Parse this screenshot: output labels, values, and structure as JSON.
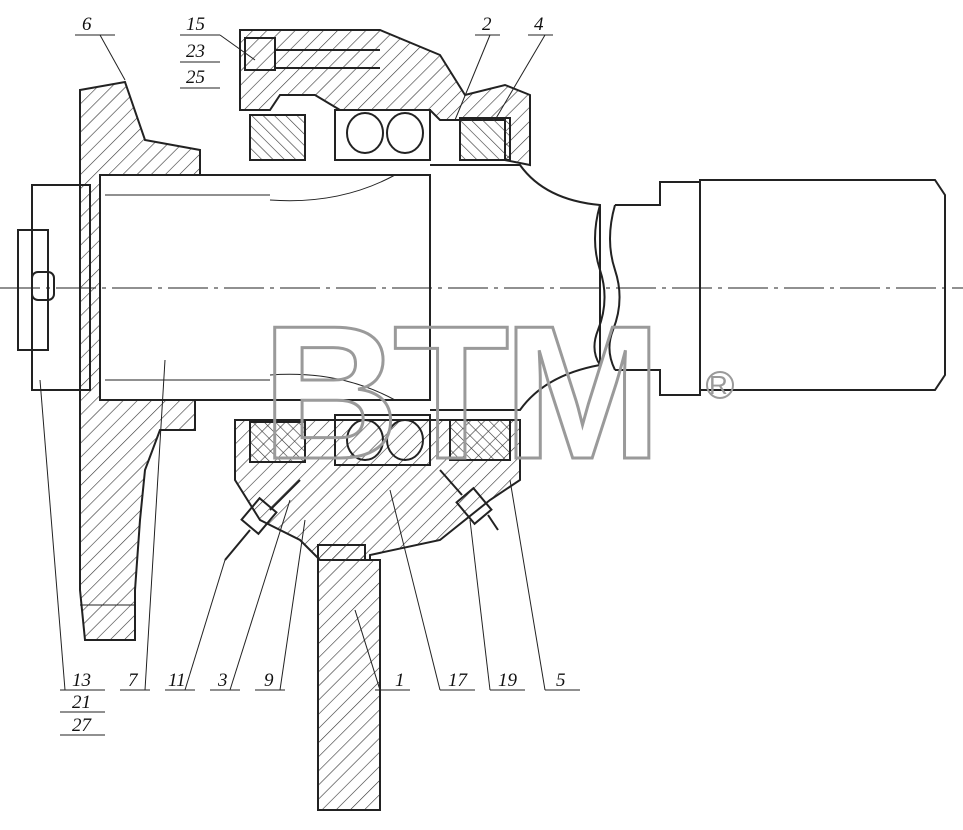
{
  "watermark": {
    "text": "BTM",
    "registered_mark": "®"
  },
  "callouts": {
    "c6": "6",
    "c15": "15",
    "c23": "23",
    "c25": "25",
    "c2": "2",
    "c4": "4",
    "c13": "13",
    "c21": "21",
    "c27": "27",
    "c7": "7",
    "c11": "11",
    "c3": "3",
    "c9": "9",
    "c1": "1",
    "c17": "17",
    "c19": "19",
    "c5": "5"
  }
}
